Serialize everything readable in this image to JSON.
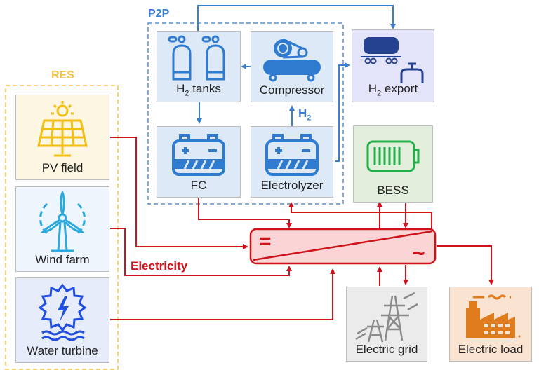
{
  "diagram": {
    "groups": {
      "res": {
        "title": "RES",
        "color": "#f7c342"
      },
      "p2p": {
        "title": "P2P",
        "color": "#3a7fcf"
      }
    },
    "nodes": {
      "pv_field": {
        "label": "PV field",
        "icon": "solar-panel-icon",
        "bg": "#fdf6e3"
      },
      "wind_farm": {
        "label": "Wind farm",
        "icon": "wind-turbine-icon",
        "bg": "#eef5fd"
      },
      "water_turbine": {
        "label": "Water turbine",
        "icon": "water-turbine-icon",
        "bg": "#e7ecfb"
      },
      "h2_tanks": {
        "label_main": "H",
        "label_sub": "2",
        "label_rest": " tanks",
        "icon": "gas-cylinder-icon",
        "bg": "#dde9f6"
      },
      "compressor": {
        "label": "Compressor",
        "icon": "compressor-icon",
        "bg": "#dde9f6"
      },
      "fc": {
        "label": "FC",
        "icon": "battery-cell-icon",
        "bg": "#dde9f6"
      },
      "electrolyzer": {
        "label": "Electrolyzer",
        "icon": "battery-cell-icon",
        "bg": "#dde9f6"
      },
      "h2_export": {
        "label_main": "H",
        "label_sub": "2",
        "label_rest": " export",
        "icon": "tank-wagon-pipeline-icon",
        "bg": "#e3e3fa"
      },
      "bess": {
        "label": "BESS",
        "icon": "battery-icon",
        "bg": "#e3efdc"
      },
      "electric_grid": {
        "label": "Electric grid",
        "icon": "power-tower-icon",
        "bg": "#ebebeb"
      },
      "electric_load": {
        "label": "Electric load",
        "icon": "factory-icon",
        "bg": "#fbe3d2"
      }
    },
    "converter": {
      "dc_symbol": "=",
      "ac_symbol": "~",
      "color": "#d0121b",
      "fill": "#fbd5d5"
    },
    "flow_labels": {
      "electricity": {
        "text": "Electricity",
        "color": "#d0121b"
      },
      "hydrogen": {
        "main": "H",
        "sub": "2",
        "color": "#3a7fcf"
      }
    }
  }
}
